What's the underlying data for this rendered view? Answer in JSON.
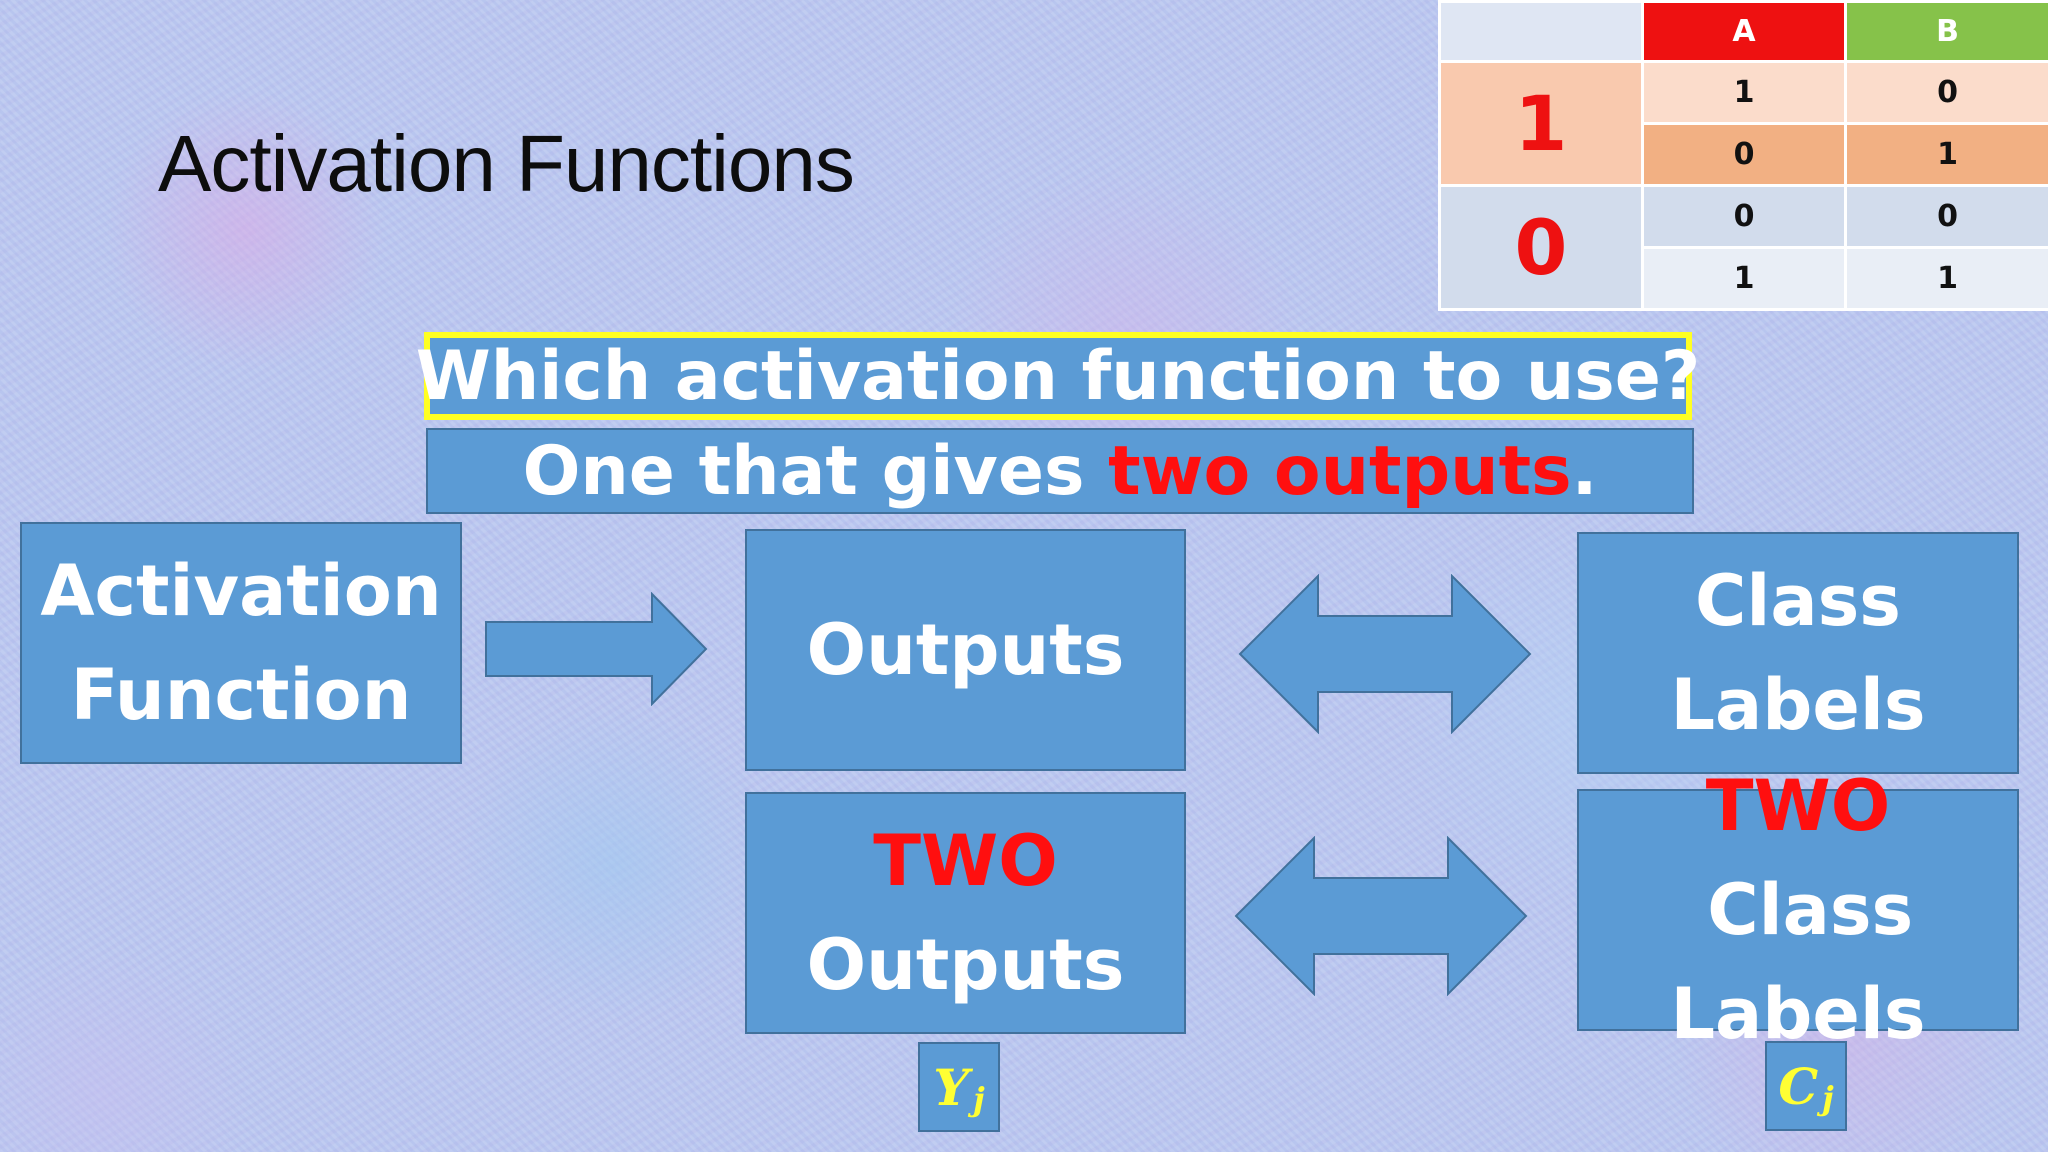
{
  "title": "Activation Functions",
  "truth_table": {
    "headers": [
      "A",
      "B"
    ],
    "rows": [
      {
        "label": "1",
        "values": [
          [
            "1",
            "0"
          ],
          [
            "0",
            "1"
          ]
        ]
      },
      {
        "label": "0",
        "values": [
          [
            "0",
            "0"
          ],
          [
            "1",
            "1"
          ]
        ]
      }
    ]
  },
  "question": "Which activation function to use?",
  "answer": {
    "prefix": "One that gives ",
    "highlight": "two outputs",
    "suffix": "."
  },
  "boxes": {
    "activation_function": [
      "Activation",
      "Function"
    ],
    "outputs": "Outputs",
    "class_labels": [
      "Class",
      "Labels"
    ],
    "two_outputs": {
      "highlight": "TWO",
      "line2": "Outputs"
    },
    "two_class_labels": {
      "highlight": "TWO",
      "rest": " Class",
      "line2": "Labels"
    }
  },
  "symbols": {
    "y": {
      "base": "Y",
      "sub": "j"
    },
    "c": {
      "base": "C",
      "sub": "j"
    }
  },
  "colors": {
    "box": "#5b9bd5",
    "highlight_red": "#ff0f0f",
    "question_border": "#ffff22",
    "symbol_text": "#ffff33"
  }
}
